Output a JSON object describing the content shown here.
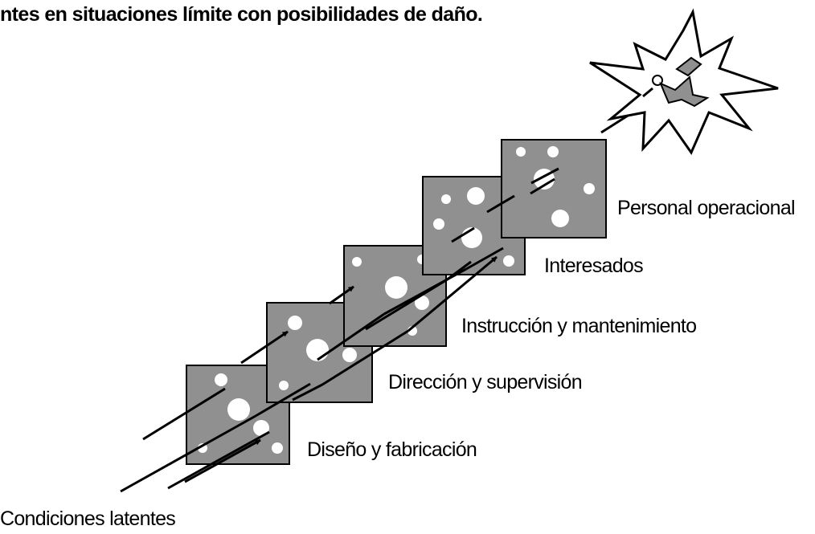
{
  "title": "ntes en situaciones límite con posibilidades de daño.",
  "layers": [
    {
      "label": "Diseño y fabricación"
    },
    {
      "label": "Dirección y supervisión"
    },
    {
      "label": "Instrucción y mantenimiento"
    },
    {
      "label": "Interesados"
    },
    {
      "label": "Personal operacional"
    }
  ],
  "source_label": "Condiciones latentes",
  "icons": {
    "accident": "explosion-falling-person-icon"
  },
  "colors": {
    "slice_fill": "#909090",
    "hole": "#ffffff",
    "line": "#000000",
    "text": "#000000"
  }
}
